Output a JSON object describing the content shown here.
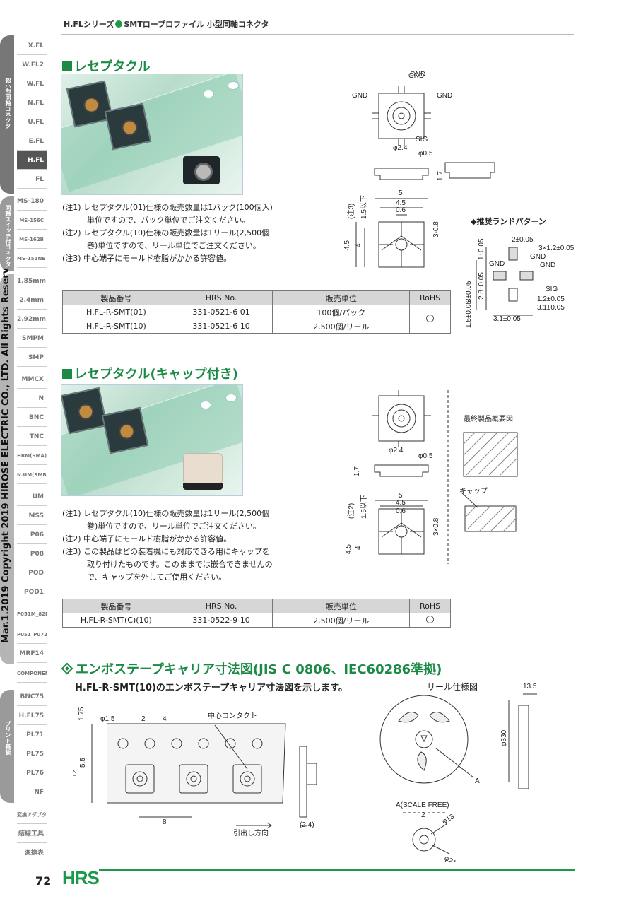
{
  "header": {
    "series": "H.FLシリーズ",
    "title": "SMTロープロファイル 小型同軸コネクタ"
  },
  "sidebar": {
    "group1_label": "超小型同軸コネクタ",
    "group2_label": "同軸スイッチ付コネクタ",
    "group4_label": "プリント基板",
    "items": [
      {
        "label": "X.FL"
      },
      {
        "label": "W.FL2"
      },
      {
        "label": "W.FL"
      },
      {
        "label": "N.FL"
      },
      {
        "label": "U.FL"
      },
      {
        "label": "E.FL"
      },
      {
        "label": "H.FL"
      },
      {
        "label": "FL"
      },
      {
        "label": "MS-180"
      },
      {
        "label": "MS-156C"
      },
      {
        "label": "MS-162B"
      },
      {
        "label": "MS-151NB"
      },
      {
        "label": "1.85mm"
      },
      {
        "label": "2.4mm"
      },
      {
        "label": "2.92mm"
      },
      {
        "label": "SMPM"
      },
      {
        "label": "SMP"
      },
      {
        "label": "MMCX"
      },
      {
        "label": "N"
      },
      {
        "label": "BNC"
      },
      {
        "label": "TNC"
      },
      {
        "label": "HRM(SMA)"
      },
      {
        "label": "N.UM(SMB)"
      },
      {
        "label": "UM"
      },
      {
        "label": "MSS"
      },
      {
        "label": "P06"
      },
      {
        "label": "P08"
      },
      {
        "label": "POD"
      },
      {
        "label": "POD1"
      },
      {
        "label": "P051M_82M 21M"
      },
      {
        "label": "P051_P072"
      },
      {
        "label": "MRF14"
      },
      {
        "label": "COMPONENT"
      },
      {
        "label": "BNC75"
      },
      {
        "label": "H.FL75"
      },
      {
        "label": "PL71"
      },
      {
        "label": "PL75"
      },
      {
        "label": "PL76"
      },
      {
        "label": "NF"
      },
      {
        "label": "変換アダプタ"
      },
      {
        "label": "結線工具"
      },
      {
        "label": "変換表"
      }
    ],
    "copyright": "Mar.1.2019 Copyright 2019 HIROSE ELECTRIC CO., LTD. All Rights Reserved."
  },
  "section1": {
    "title": "レセプタクル",
    "notes": [
      {
        "tag": "(注1)",
        "line1": "レセプタクル(01)仕様の販売数量は1パック(100個入)",
        "line2": "単位ですので、パック単位でご注文ください。"
      },
      {
        "tag": "(注2)",
        "line1": "レセプタクル(10)仕様の販売数量は1リール(2,500個",
        "line2": "巻)単位ですので、リール単位でご注文ください。"
      },
      {
        "tag": "(注3)",
        "line1": "中心端子にモールド樹脂がかかる許容値。",
        "line2": ""
      }
    ],
    "table": {
      "headers": [
        "製品番号",
        "HRS No.",
        "販売単位",
        "RoHS"
      ],
      "rows": [
        {
          "part": "H.FL-R-SMT(01)",
          "hrs": "331-0521-6 01",
          "unit": "100個/パック"
        },
        {
          "part": "H.FL-R-SMT(10)",
          "hrs": "331-0521-6 10",
          "unit": "2,500個/リール"
        }
      ]
    },
    "drawing": {
      "gnd": "GND",
      "sig": "SIG",
      "phi24": "φ2.4",
      "phi05": "φ0.5",
      "h17": "1.7",
      "d5": "5",
      "d45": "4.5",
      "d06": "0.6",
      "d308": "3-0.8",
      "d15": "1.5以下",
      "note3": "(注3)",
      "v45": "4.5",
      "v4": "4"
    },
    "land": {
      "title": "推奨ランドパターン",
      "d2": "2±0.05",
      "d3x12": "3×1.2±0.05",
      "d1": "1±0.05",
      "d28": "2.8±0.05",
      "d3": "3±0.05",
      "d15": "1.5±0.05",
      "d12": "1.2±0.05",
      "d31a": "3.1±0.05",
      "d31b": "3.1±0.05",
      "gnd1": "GND",
      "gnd2": "GND",
      "gnd3": "GND",
      "sig": "SIG"
    }
  },
  "section2": {
    "title": "レセプタクル(キャップ付き)",
    "notes": [
      {
        "tag": "(注1)",
        "line1": "レセプタクル(10)仕様の販売数量は1リール(2,500個",
        "line2": "巻)単位ですので、リール単位でご注文ください。"
      },
      {
        "tag": "(注2)",
        "line1": "中心端子にモールド樹脂がかかる許容値。",
        "line2": ""
      },
      {
        "tag": "(注3)",
        "line1": "この製品はどの装着機にも対応できる用にキャップを",
        "line2": "取り付けたものです。このままでは嵌合できませんの",
        "line3": "で、キャップを外してご使用ください。"
      }
    ],
    "table": {
      "headers": [
        "製品番号",
        "HRS No.",
        "販売単位",
        "RoHS"
      ],
      "rows": [
        {
          "part": "H.FL-R-SMT(C)(10)",
          "hrs": "331-0522-9 10",
          "unit": "2,500個/リール"
        }
      ]
    },
    "drawing": {
      "final_label": "最終製品概要図",
      "cap_label": "キャップ",
      "phi24": "φ2.4",
      "phi05": "φ0.5",
      "h17": "1.7",
      "d5": "5",
      "d45": "4.5",
      "d06": "0.6",
      "d308": "3×0.8",
      "d15": "1.5以下",
      "note2": "(注2)",
      "v45": "4.5",
      "v4": "4"
    }
  },
  "section3": {
    "title": "エンボステープキャリア寸法図(JIS C 0806、IEC60286準拠)",
    "subtitle": "H.FL-R-SMT(10)のエンボステープキャリア寸法図を示します。",
    "tape": {
      "phi15": "φ1.5",
      "d2": "2",
      "d4": "4",
      "center": "中心コンタクト",
      "d175": "1.75",
      "d55": "5.5",
      "d12": "12",
      "d8": "8",
      "pull": "引出し方向",
      "d24": "(2.4)"
    },
    "reel": {
      "title": "リール仕様図",
      "d135": "13.5",
      "phi330": "φ330",
      "a": "A",
      "scale": "A(SCALE FREE)",
      "d2": "2",
      "phi13": "φ13",
      "phi21": "φ21"
    }
  },
  "footer": {
    "page": "72",
    "logo": "HRS"
  }
}
